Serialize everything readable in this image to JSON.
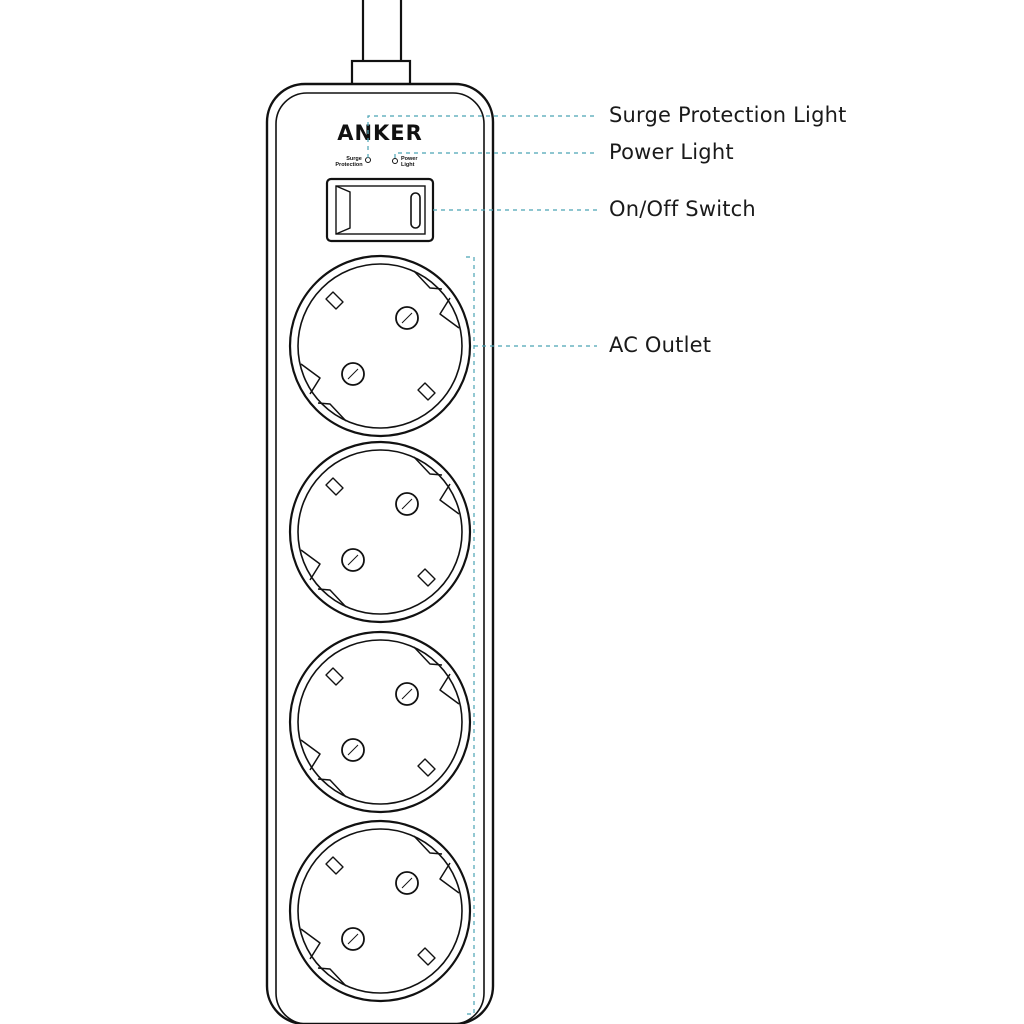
{
  "brand": "ANKER",
  "indicators": {
    "surge_line1": "Surge",
    "surge_line2": "Protection",
    "power_line1": "Power",
    "power_line2": "Light"
  },
  "callouts": {
    "surge_protection_light": "Surge Protection Light",
    "power_light": "Power Light",
    "on_off_switch": "On/Off Switch",
    "ac_outlet": "AC Outlet"
  },
  "outlet_count": 4,
  "colors": {
    "outline": "#111111",
    "leader_line": "#4aa3b5",
    "background": "#ffffff"
  }
}
